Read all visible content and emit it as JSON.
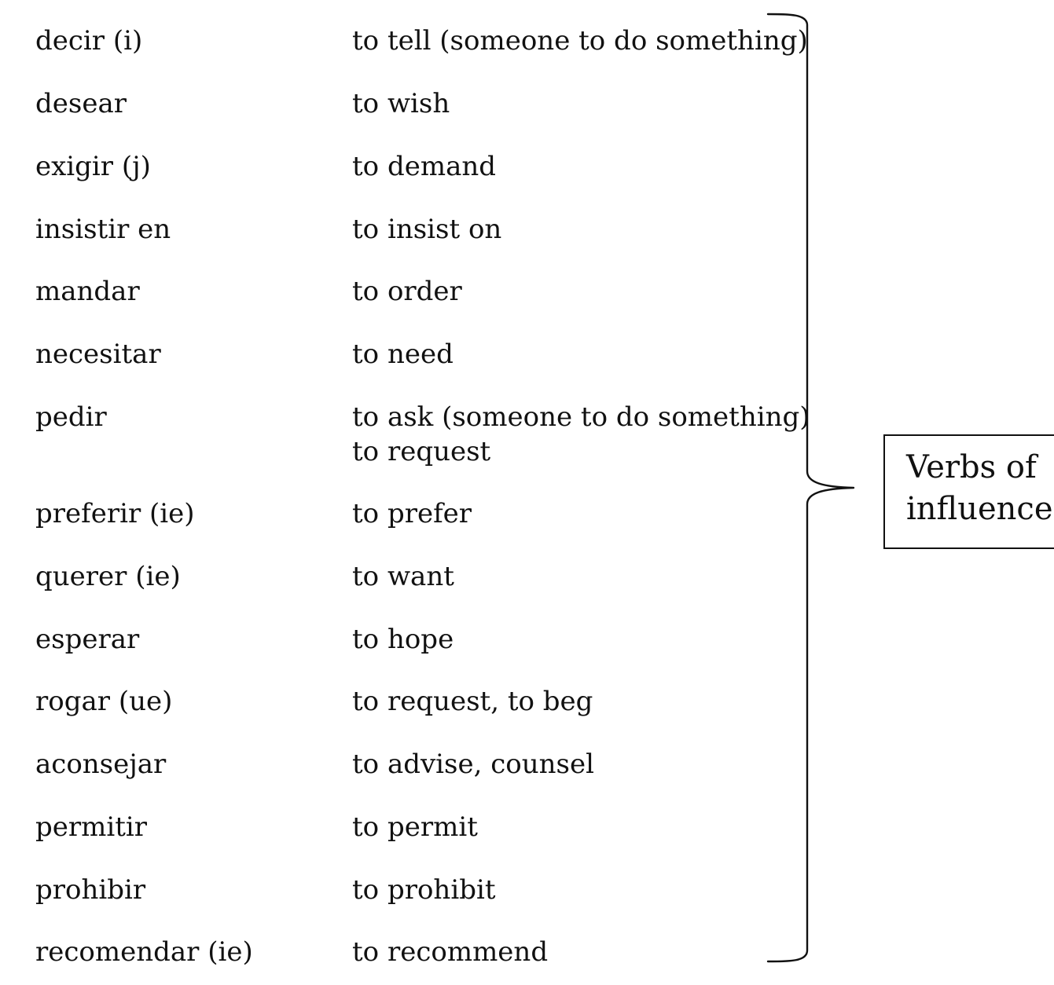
{
  "verbs": [
    {
      "spanish": "decir (i)",
      "english": [
        "to tell (someone to do something)"
      ]
    },
    {
      "spanish": "desear",
      "english": [
        "to wish"
      ]
    },
    {
      "spanish": "exigir (j)",
      "english": [
        "to demand"
      ]
    },
    {
      "spanish": "insistir en",
      "english": [
        "to insist on"
      ]
    },
    {
      "spanish": "mandar",
      "english": [
        "to order"
      ]
    },
    {
      "spanish": "necesitar",
      "english": [
        "to need"
      ]
    },
    {
      "spanish": "pedir",
      "english": [
        "to ask (someone to do something)",
        "to request"
      ]
    },
    {
      "spanish": "preferir (ie)",
      "english": [
        "to prefer"
      ]
    },
    {
      "spanish": "querer (ie)",
      "english": [
        "to want"
      ]
    },
    {
      "spanish": "esperar",
      "english": [
        "to hope"
      ]
    },
    {
      "spanish": "rogar (ue)",
      "english": [
        "to request, to beg"
      ]
    },
    {
      "spanish": "aconsejar",
      "english": [
        "to advise, counsel"
      ]
    },
    {
      "spanish": "permitir",
      "english": [
        "to permit"
      ]
    },
    {
      "spanish": "prohibir",
      "english": [
        "to prohibit"
      ]
    },
    {
      "spanish": "recomendar (ie)",
      "english": [
        "to recommend"
      ]
    }
  ],
  "category": {
    "label": "Verbs of\ninfluence"
  }
}
